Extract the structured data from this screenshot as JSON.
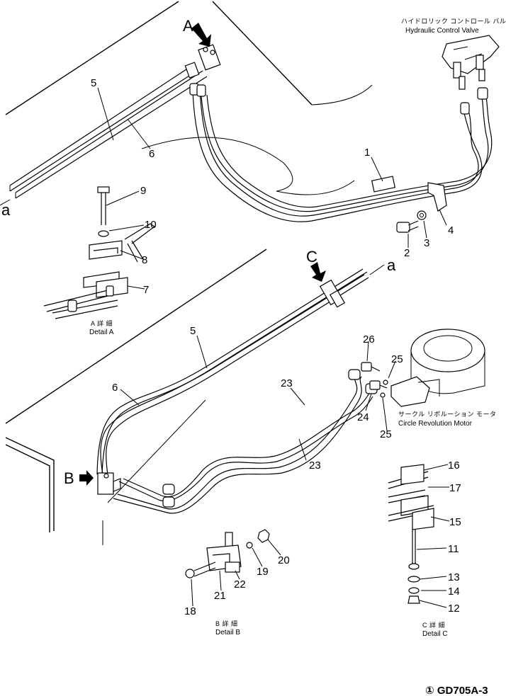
{
  "callouts": {
    "a_top": "a",
    "a_mid": "a",
    "view_a": "A",
    "view_b": "B",
    "view_c": "C",
    "p1": "1",
    "p2": "2",
    "p3": "3",
    "p4": "4",
    "p5_top": "5",
    "p5_bottom": "5",
    "p6_top": "6",
    "p6_bottom": "6",
    "p7": "7",
    "p8": "8",
    "p9": "9",
    "p10": "10",
    "p11": "11",
    "p12": "12",
    "p13": "13",
    "p14": "14",
    "p15": "15",
    "p16": "16",
    "p17": "17",
    "p18": "18",
    "p19": "19",
    "p20": "20",
    "p21": "21",
    "p22": "22",
    "p23_top": "23",
    "p23_bottom": "23",
    "p24": "24",
    "p25_top": "25",
    "p25_bottom": "25",
    "p26": "26"
  },
  "labels": {
    "hcv_jp": "ハイドロリック コントロール バルブ",
    "hcv_en": "Hydraulic Control Valve",
    "crm_jp": "サークル リボルーション モータ",
    "crm_en": "Circle Revolution Motor",
    "detail_a_jp": "A 詳 細",
    "detail_a_en": "Detail A",
    "detail_b_jp": "B 詳 細",
    "detail_b_en": "Detail B",
    "detail_c_jp": "C 詳 細",
    "detail_c_en": "Detail C",
    "drawing_id": "① GD705A-3"
  }
}
